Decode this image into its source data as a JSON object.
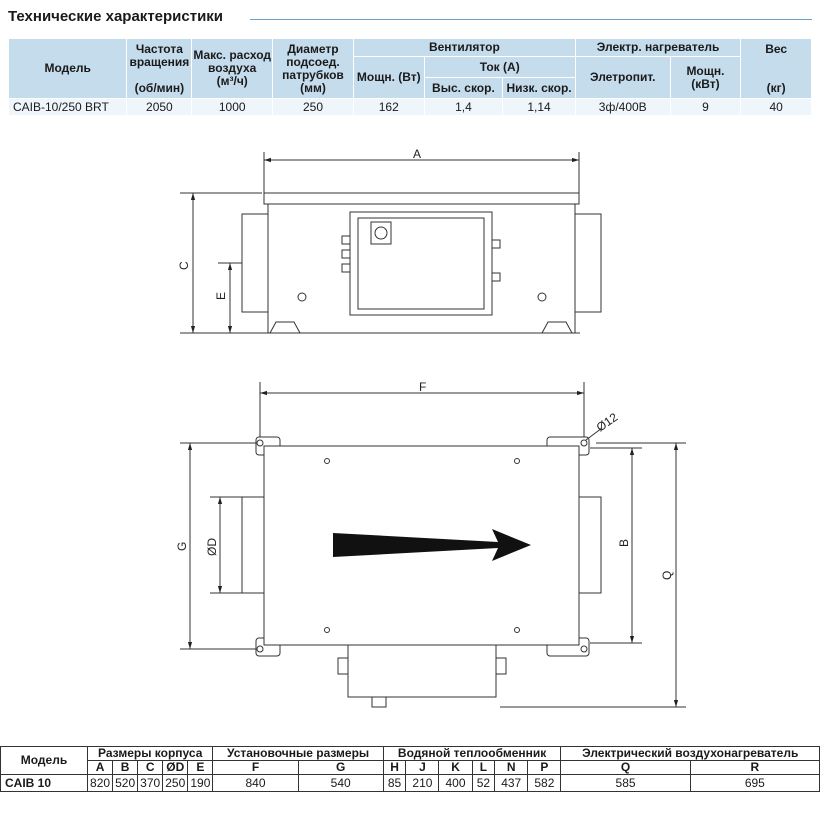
{
  "title": "Технические характеристики",
  "spec": {
    "h_model": "Модель",
    "h_rpm": "Частота вращения",
    "h_rpm_unit": "(об/мин)",
    "h_air": "Макс. расход воздуха",
    "h_air_unit": "(м³/ч)",
    "h_diam": "Диаметр подсоед. патрубков",
    "h_diam_unit": "(мм)",
    "h_fan": "Вентилятор",
    "h_power": "Мощн. (Вт)",
    "h_current": "Ток (А)",
    "h_high": "Выс. скор.",
    "h_low": "Низк. скор.",
    "h_heater": "Электр. нагреватель",
    "h_supply": "Элетропит.",
    "h_hpower": "Мощн. (кВт)",
    "h_weight": "Вес",
    "h_weight_unit": "(кг)",
    "row": [
      "CAIB-10/250 BRT",
      "2050",
      "1000",
      "250",
      "162",
      "1,4",
      "1,14",
      "3ф/400В",
      "9",
      "40"
    ]
  },
  "drawing": {
    "A": "A",
    "C": "C",
    "E": "E",
    "F": "F",
    "G": "G",
    "D": "ØD",
    "d12": "Ø12",
    "B": "B",
    "Q": "Q"
  },
  "dims": {
    "h_model": "Модель",
    "h_body": "Размеры корпуса",
    "h_mount": "Установочные размеры",
    "h_water": "Водяной теплообменник",
    "h_elec": "Электрический воздухонагреватель",
    "cols": [
      "A",
      "B",
      "C",
      "ØD",
      "E",
      "F",
      "G",
      "H",
      "J",
      "K",
      "L",
      "N",
      "P",
      "Q",
      "R"
    ],
    "model": "CAIB 10",
    "values": [
      "820",
      "520",
      "370",
      "250",
      "190",
      "840",
      "540",
      "85",
      "210",
      "400",
      "52",
      "437",
      "582",
      "585",
      "695"
    ]
  }
}
